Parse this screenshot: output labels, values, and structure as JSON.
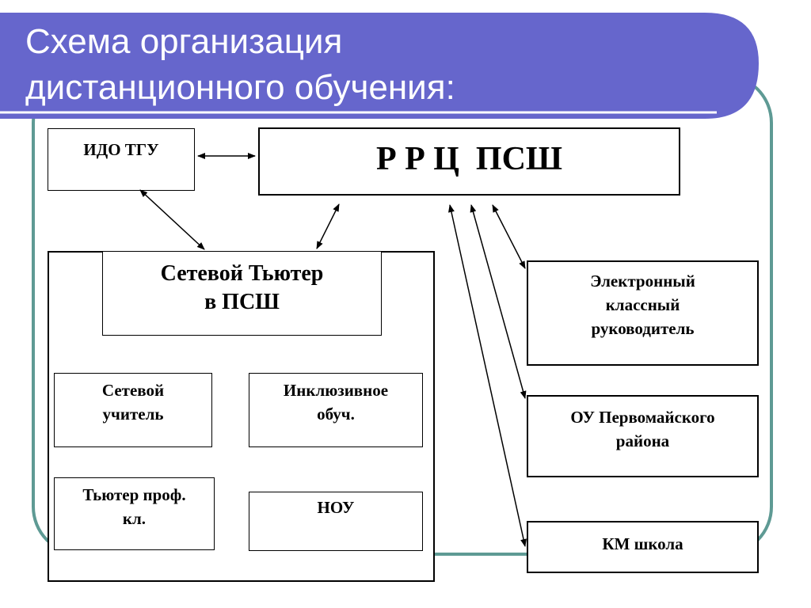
{
  "title": {
    "line1": "Схема организация",
    "line2": "дистанционного обучения:"
  },
  "boxes": {
    "ido_tgu": "ИДО ТГУ",
    "rrc_psh": "Р Р Ц  ПСШ",
    "network_tutor": [
      "Сетевой Тьютер",
      "в ПСШ"
    ],
    "network_teacher": [
      "Сетевой",
      "учитель"
    ],
    "inclusive": [
      "Инклюзивное",
      "обуч."
    ],
    "tutor_prof": [
      "Тьютер проф.",
      "кл."
    ],
    "nou": "НОУ",
    "electronic_teacher": [
      "Электронный",
      "классный",
      "руководитель"
    ],
    "ou_district": [
      "ОУ Первомайского",
      "района"
    ],
    "km_school": "КМ школа"
  },
  "colors": {
    "title_band": "#6666CC",
    "frame_border": "#5E9A94",
    "line": "#000000"
  }
}
